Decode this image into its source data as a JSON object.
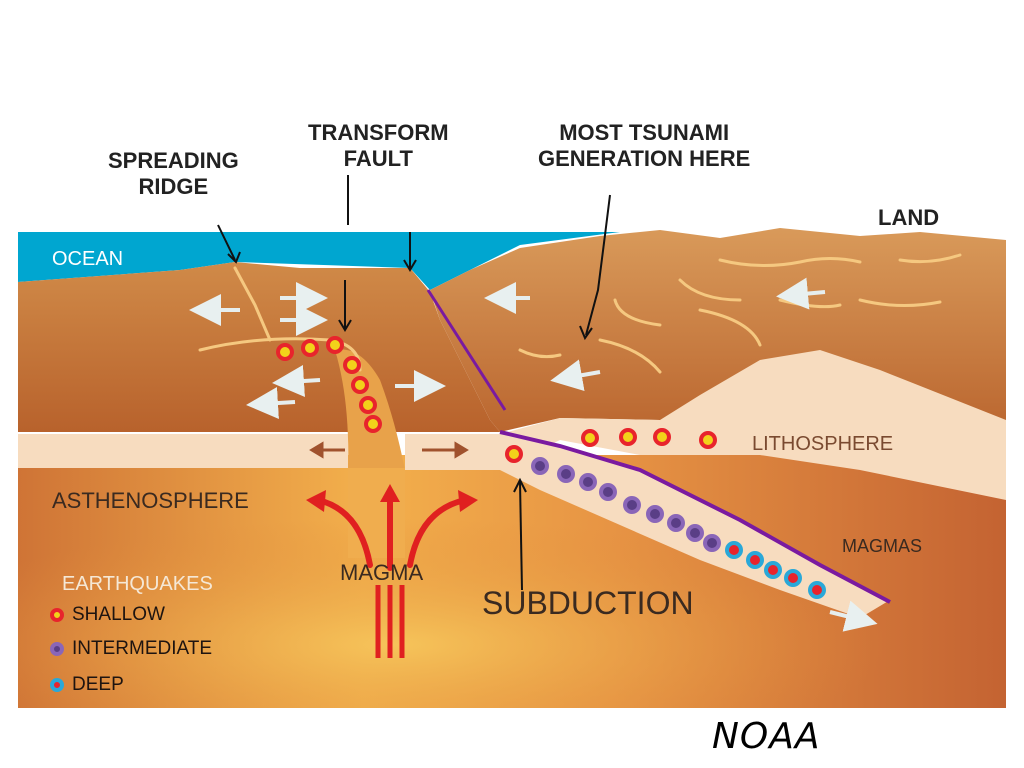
{
  "labels": {
    "spreading_ridge": "SPREADING\nRIDGE",
    "transform_fault": "TRANSFORM\nFAULT",
    "most_tsunami": "MOST TSUNAMI\nGENERATION HERE",
    "land": "LAND",
    "ocean": "OCEAN",
    "lithosphere": "LITHOSPHERE",
    "asthenosphere": "ASTHENOSPHERE",
    "magma": "MAGMA",
    "magmas": "MAGMAS",
    "subduction": "SUBDUCTION"
  },
  "legend": {
    "title": "EARTHQUAKES",
    "items": [
      {
        "label": "SHALLOW",
        "color": "#e8242c",
        "center": "#f2d21a"
      },
      {
        "label": "INTERMEDIATE",
        "color": "#7a56a8",
        "center": "#5a3e86"
      },
      {
        "label": "DEEP",
        "color": "#2aa8d8",
        "center": "#e8242c"
      }
    ]
  },
  "credit": "NOAA",
  "colors": {
    "ocean": "#00a6d0",
    "crust": "#c87a3a",
    "lithosphere": "#f7dcbf",
    "mantle": "#e08a3a",
    "magma_red": "#e02020",
    "fault_purple": "#7a1aa0"
  }
}
